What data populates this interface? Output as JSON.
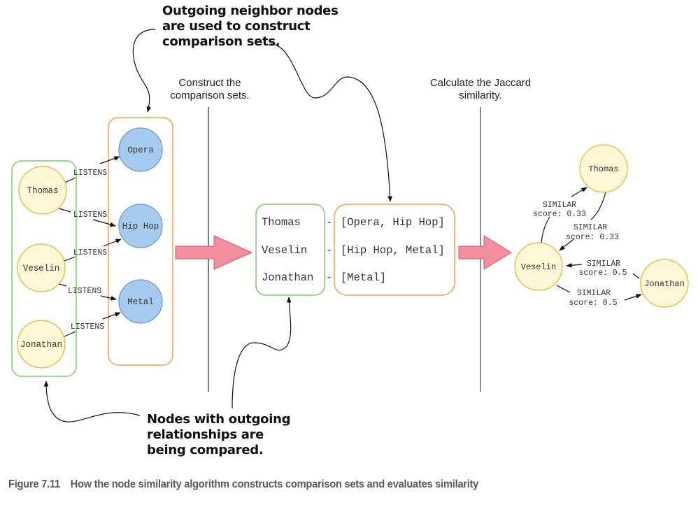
{
  "callouts": {
    "top": "Outgoing neighbor nodes\nare used to construct\ncomparison sets.",
    "bottom": "Nodes with outgoing\nrelationships are\nbeing compared."
  },
  "steps": {
    "construct": "Construct the\ncomparison sets.",
    "calculate": "Calculate the Jaccard\nsimilarity."
  },
  "colors": {
    "person_fill": "#fff7d6",
    "person_stroke": "#e0b840",
    "genre_fill": "#a7cbee",
    "genre_stroke": "#6c98c9",
    "group_person_stroke": "#82c870",
    "group_genre_stroke": "#f0a050",
    "big_arrow_fill": "#f48fa0",
    "big_arrow_stroke": "#d9566a"
  },
  "input_graph": {
    "people": [
      "Thomas",
      "Veselin",
      "Jonathan"
    ],
    "genres": [
      "Opera",
      "Hip Hop",
      "Metal"
    ],
    "relationship_label": "LISTENS",
    "edges": [
      {
        "from": "Thomas",
        "to": "Opera",
        "label": "LISTENS"
      },
      {
        "from": "Thomas",
        "to": "Hip Hop",
        "label": "LISTENS"
      },
      {
        "from": "Veselin",
        "to": "Hip Hop",
        "label": "LISTENS"
      },
      {
        "from": "Veselin",
        "to": "Metal",
        "label": "LISTENS"
      },
      {
        "from": "Jonathan",
        "to": "Metal",
        "label": "LISTENS"
      }
    ]
  },
  "comparison_sets": {
    "rows": [
      {
        "node": "Thomas",
        "separator": "-",
        "set": "[Opera, Hip Hop]"
      },
      {
        "node": "Veselin",
        "separator": "-",
        "set": "[Hip Hop, Metal]"
      },
      {
        "node": "Jonathan",
        "separator": "-",
        "set": "[Metal]"
      }
    ]
  },
  "output_graph": {
    "nodes": [
      "Thomas",
      "Veselin",
      "Jonathan"
    ],
    "edges": [
      {
        "from": "Veselin",
        "to": "Thomas",
        "label": "SIMILAR",
        "score_text": "score: 0.33"
      },
      {
        "from": "Thomas",
        "to": "Veselin",
        "label": "SIMILAR",
        "score_text": "score: 0.33"
      },
      {
        "from": "Jonathan",
        "to": "Veselin",
        "label": "SIMILAR",
        "score_text": "score: 0.5"
      },
      {
        "from": "Veselin",
        "to": "Jonathan",
        "label": "SIMILAR",
        "score_text": "score: 0.5"
      }
    ]
  },
  "caption": {
    "figure_number": "Figure 7.11",
    "text": "How the node similarity algorithm constructs comparison sets and evaluates similarity"
  }
}
